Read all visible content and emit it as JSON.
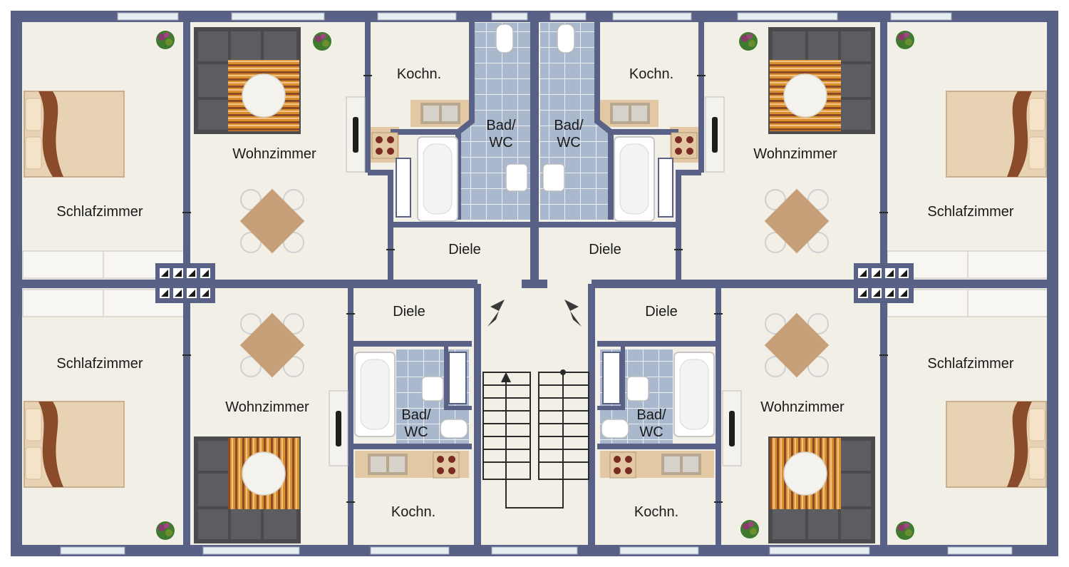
{
  "colors": {
    "wall": "#5a6186",
    "floor": "#f1efe6",
    "tile": "#a9b8cd",
    "tile_line": "#ffffff",
    "bed_brown": "#8a4b2a",
    "bed_cream": "#e8d2b4",
    "sofa": "#4b4b4e",
    "rug_orange": "#d9902c",
    "table_wood": "#c7a07a",
    "counter": "#e3c9a3",
    "window": "#e6eef2"
  },
  "rooms": {
    "tl_kitchen": "Kochn.",
    "tl_bath_1": "Bad/",
    "tl_bath_2": "WC",
    "tl_living": "Wohnzimmer",
    "tl_bedroom": "Schlafzimmer",
    "tl_hall": "Diele",
    "tr_kitchen": "Kochn.",
    "tr_bath_1": "Bad/",
    "tr_bath_2": "WC",
    "tr_living": "Wohnzimmer",
    "tr_bedroom": "Schlafzimmer",
    "tr_hall": "Diele",
    "bl_hall": "Diele",
    "bl_bedroom": "Schlafzimmer",
    "bl_living": "Wohnzimmer",
    "bl_bath_1": "Bad/",
    "bl_bath_2": "WC",
    "bl_kitchen": "Kochn.",
    "br_hall": "Diele",
    "br_bedroom": "Schlafzimmer",
    "br_living": "Wohnzimmer",
    "br_bath_1": "Bad/",
    "br_bath_2": "WC",
    "br_kitchen": "Kochn."
  },
  "icons": [
    "bed-icon",
    "sofa-icon",
    "round-table-icon",
    "dining-table-icon",
    "plant-icon",
    "bathtub-icon",
    "toilet-icon",
    "sink-icon",
    "stove-icon",
    "tv-icon",
    "entry-arrow-icon",
    "stairs-icon",
    "shaft-icon"
  ]
}
